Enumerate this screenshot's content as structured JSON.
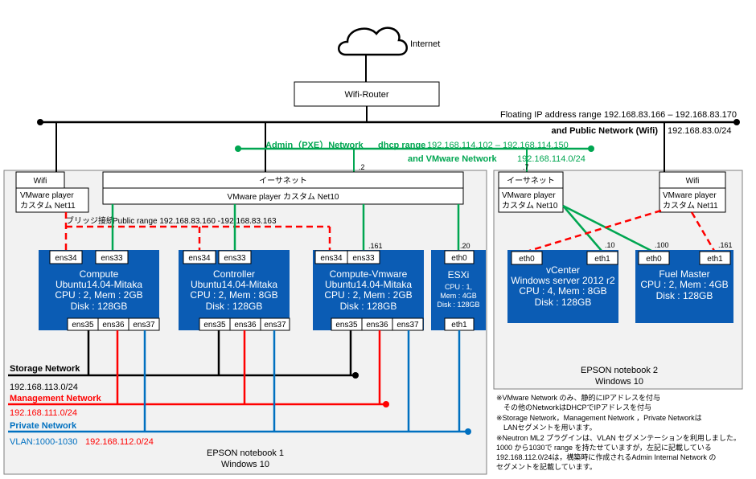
{
  "internet": {
    "label": "Internet"
  },
  "router": {
    "label": "Wifi-Router"
  },
  "public_net": {
    "floating_range": "Floating IP address range 192.168.83.166 – 192.168.83.170",
    "name": "and Public Network (Wifi)",
    "subnet": "192.168.83.0/24"
  },
  "admin_net": {
    "name": "Admin（PXE）Network",
    "dhcp": "dhcp range",
    "range": "192.168.114.102 – 192.168.114.150",
    "vmware": "and VMware Network",
    "subnet": "192.168.114.0/24",
    "addr_nb1": ".2",
    "addr_nb2": ".7"
  },
  "notebook1": {
    "wifi": "Wifi",
    "vm_net11_line1": "VMware player",
    "vm_net11_line2": "カスタム Net11",
    "ethernet": "イーサネット",
    "vm_net10": "VMware player カスタム Net10",
    "bridge": "ブリッジ接続",
    "public_range": "Public  range 192.168.83.160 -192.168.83.163",
    "name": "EPSON notebook 1",
    "os": "Windows 10"
  },
  "notebook2": {
    "ethernet": "イーサネット",
    "vm_net10_line1": "VMware player",
    "vm_net10_line2": "カスタム Net10",
    "wifi": "Wifi",
    "vm_net11_line1": "VMware player",
    "vm_net11_line2": "カスタム Net11",
    "name": "EPSON notebook 2",
    "os": "Windows 10"
  },
  "compute": {
    "port_a": "ens34",
    "port_b": "ens33",
    "title": "Compute",
    "subtitle": "Ubuntu14.04-Mitaka",
    "cpu": "CPU : 2, Mem : 2GB",
    "disk": "Disk : 128GB",
    "port_c": "ens35",
    "port_d": "ens36",
    "port_e": "ens37"
  },
  "controller": {
    "port_a": "ens34",
    "port_b": "ens33",
    "title": "Controller",
    "subtitle": "Ubuntu14.04-Mitaka",
    "cpu": "CPU : 2, Mem : 8GB",
    "disk": "Disk : 128GB",
    "port_c": "ens35",
    "port_d": "ens36",
    "port_e": "ens37"
  },
  "compute_vmware": {
    "addr": ".161",
    "port_a": "ens34",
    "port_b": "ens33",
    "title": "Compute-Vmware",
    "subtitle": "Ubuntu14.04-Mitaka",
    "cpu": "CPU : 2, Mem : 2GB",
    "disk": "Disk : 128GB",
    "port_c": "ens35",
    "port_d": "ens36",
    "port_e": "ens37"
  },
  "esxi": {
    "addr": ".20",
    "port_a": "eth0",
    "title": "ESXi",
    "cpu": "CPU : 1,",
    "mem": "Mem : 4GB",
    "disk": "Disk : 128GB",
    "port_b": "eth1"
  },
  "vcenter": {
    "addr": ".10",
    "port_a": "eth0",
    "port_b": "eth1",
    "title": "vCenter",
    "subtitle": "Windows server 2012 r2",
    "cpu": "CPU : 4, Mem : 8GB",
    "disk": "Disk : 128GB"
  },
  "fuel": {
    "addr_a": ".100",
    "addr_b": ".161",
    "port_a": "eth0",
    "port_b": "eth1",
    "title": "Fuel Master",
    "cpu": "CPU : 2, Mem : 4GB",
    "disk": "Disk : 128GB"
  },
  "storage_net": {
    "name": "Storage Network",
    "subnet": "192.168.113.0/24"
  },
  "mgmt_net": {
    "name": "Management Network",
    "subnet": "192.168.111.0/24"
  },
  "private_net": {
    "name": "Private Network",
    "vlan": "VLAN:1000-1030",
    "subnet": "192.168.112.0/24"
  },
  "notes": [
    "※VMware Network のみ、静的にIPアドレスを付与",
    "　その他のNetworkはDHCPでIPアドレスを付与",
    "※Storage Network，Management Network ，Private Networkは",
    "　LANセグメントを用います。",
    "※Neutron ML2 プラグインは、VLAN セグメンテーションを利用しました。",
    "1000 から1030で range を持たせていますが，左記に記載している",
    "192.168.112.0/24は，構築時に作成されるAdmin Internal Network の",
    "セグメントを記載しています。"
  ],
  "colors": {
    "blue_box": "#0b5cb4",
    "green": "#00a651",
    "red": "#ff0000",
    "blue_line": "#0070c0",
    "notebook_bg": "#f2f2f2"
  }
}
